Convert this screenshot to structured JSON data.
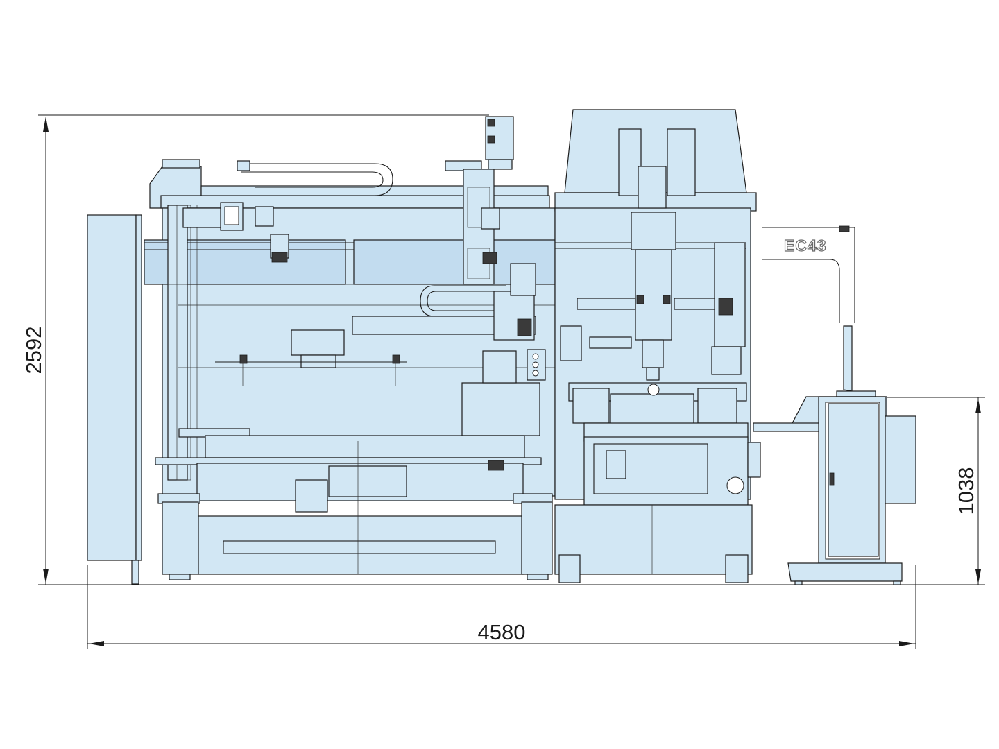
{
  "dimensions": {
    "overall_height": "2592",
    "overall_width": "4580",
    "console_height": "1038"
  },
  "labels": {
    "model_tag": "EC43"
  },
  "colors": {
    "machine_fill": "#d2e7f4",
    "outline": "#1c1c1c"
  }
}
